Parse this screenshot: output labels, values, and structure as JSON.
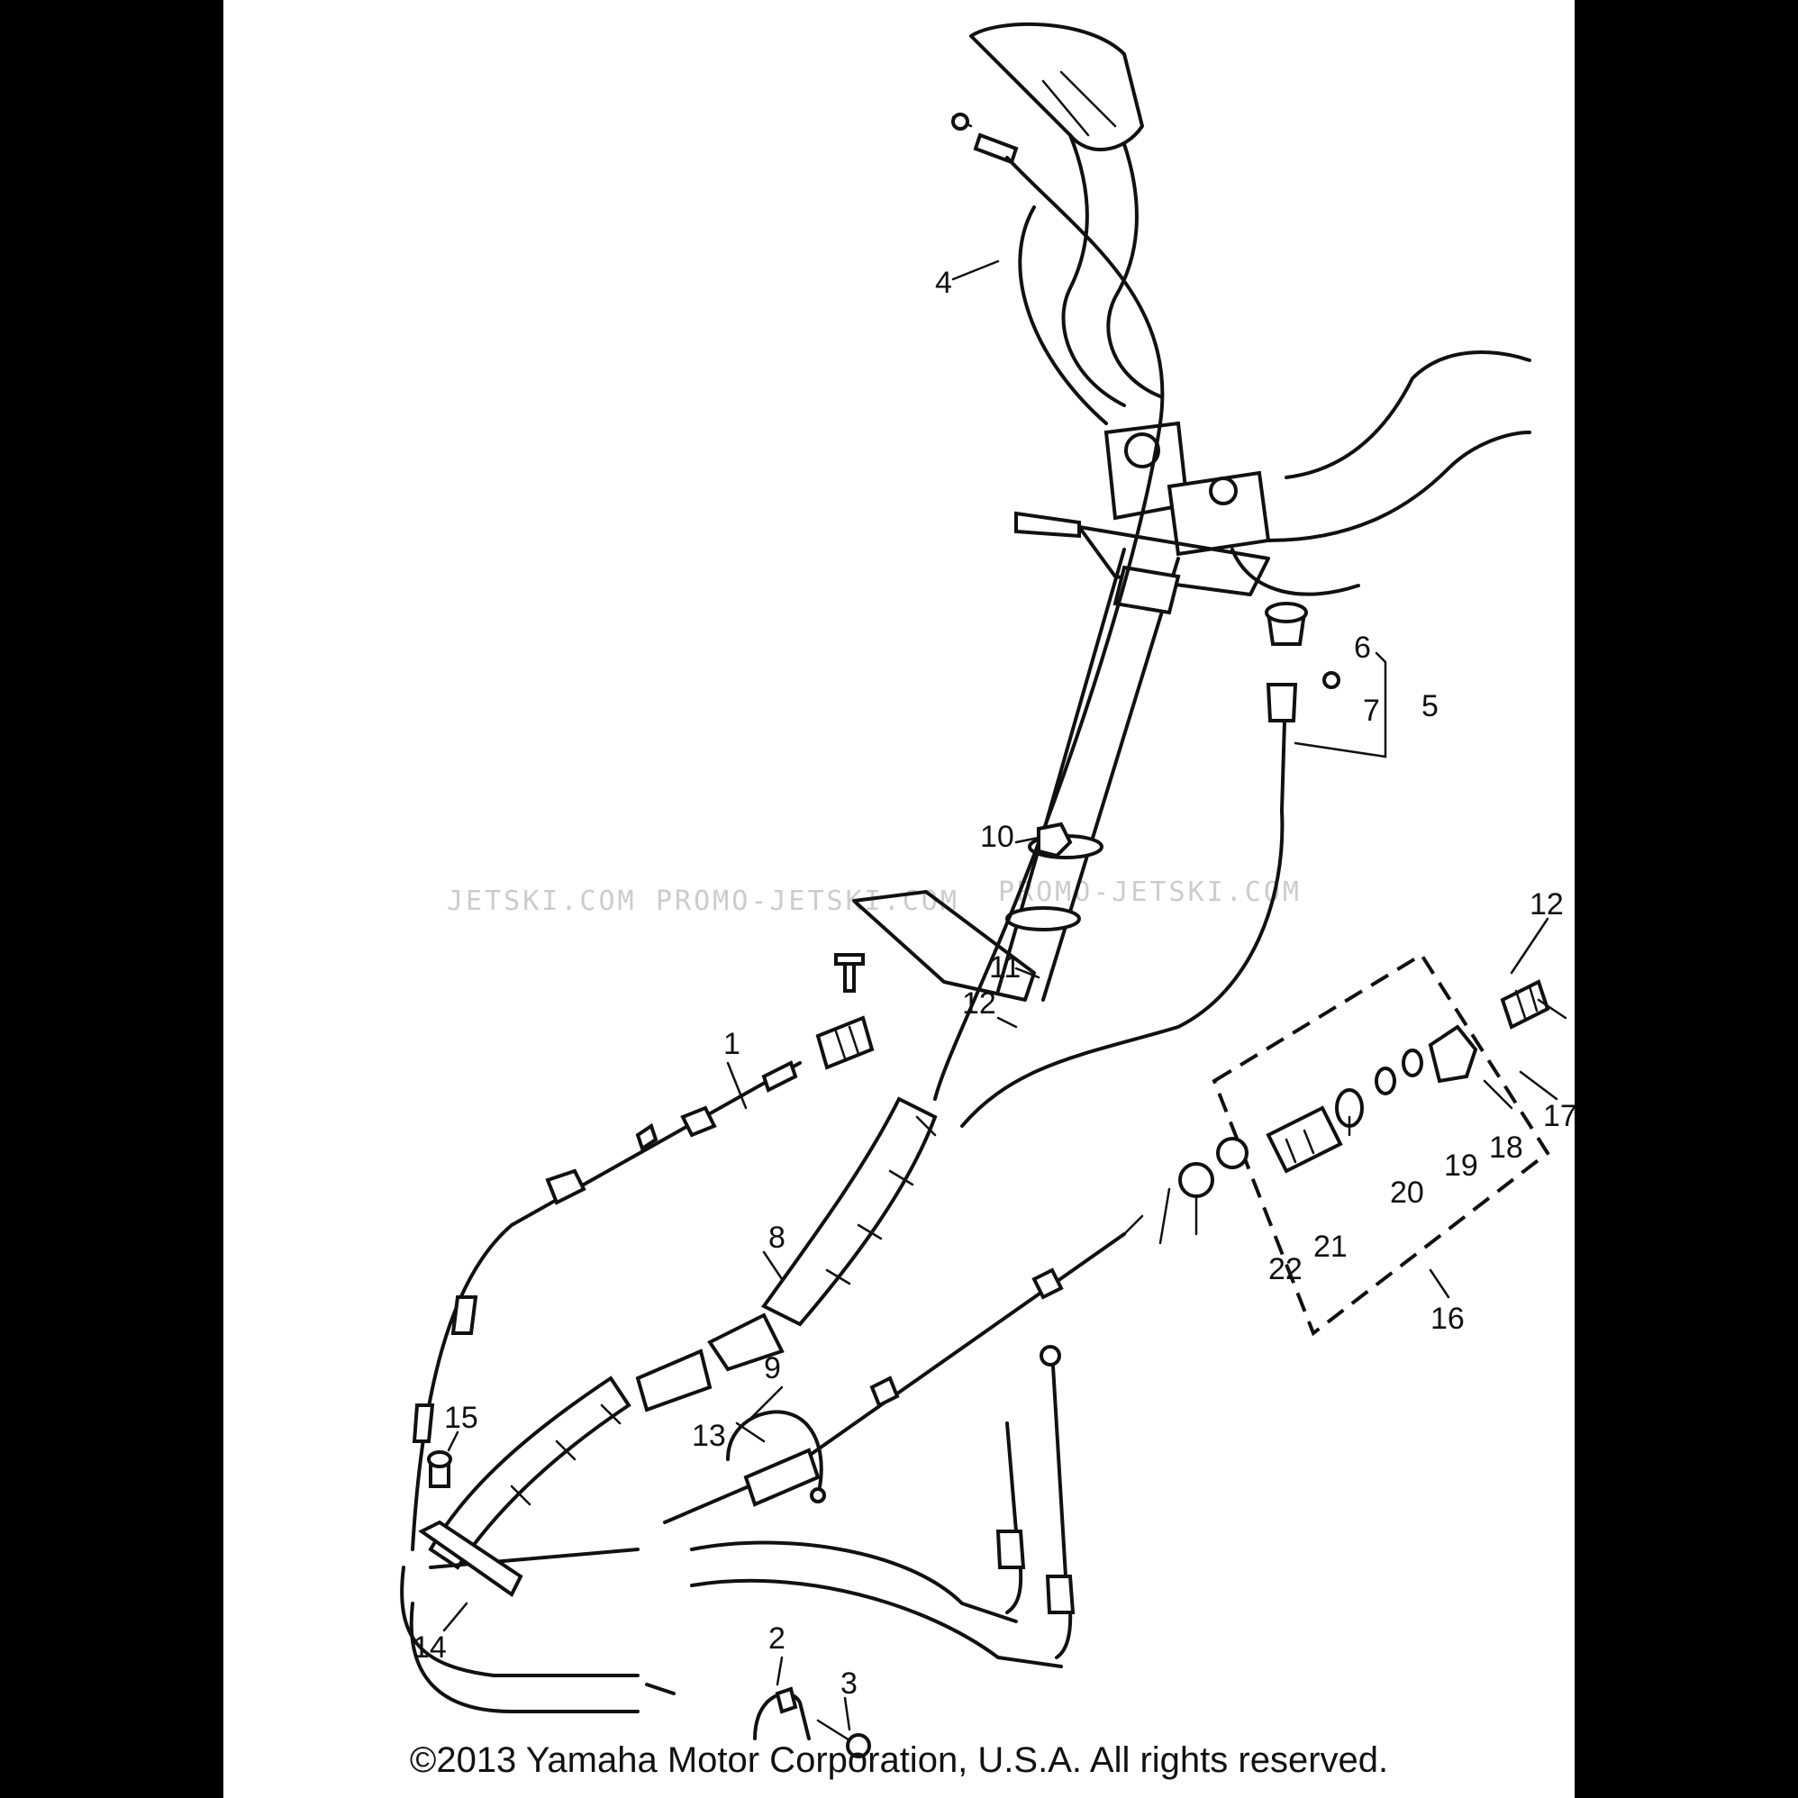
{
  "watermark": {
    "left": "JETSKI.COM",
    "center": "PROMO-JETSKI.COM",
    "right": "PROMO-JETSKI.COM"
  },
  "callouts": [
    "1",
    "2",
    "3",
    "4",
    "5",
    "6",
    "7",
    "8",
    "9",
    "10",
    "11",
    "12",
    "13",
    "14",
    "15",
    "16",
    "17",
    "18",
    "19",
    "20",
    "21",
    "22"
  ],
  "copyright": "©2013 Yamaha Motor Corporation, U.S.A. All rights reserved."
}
